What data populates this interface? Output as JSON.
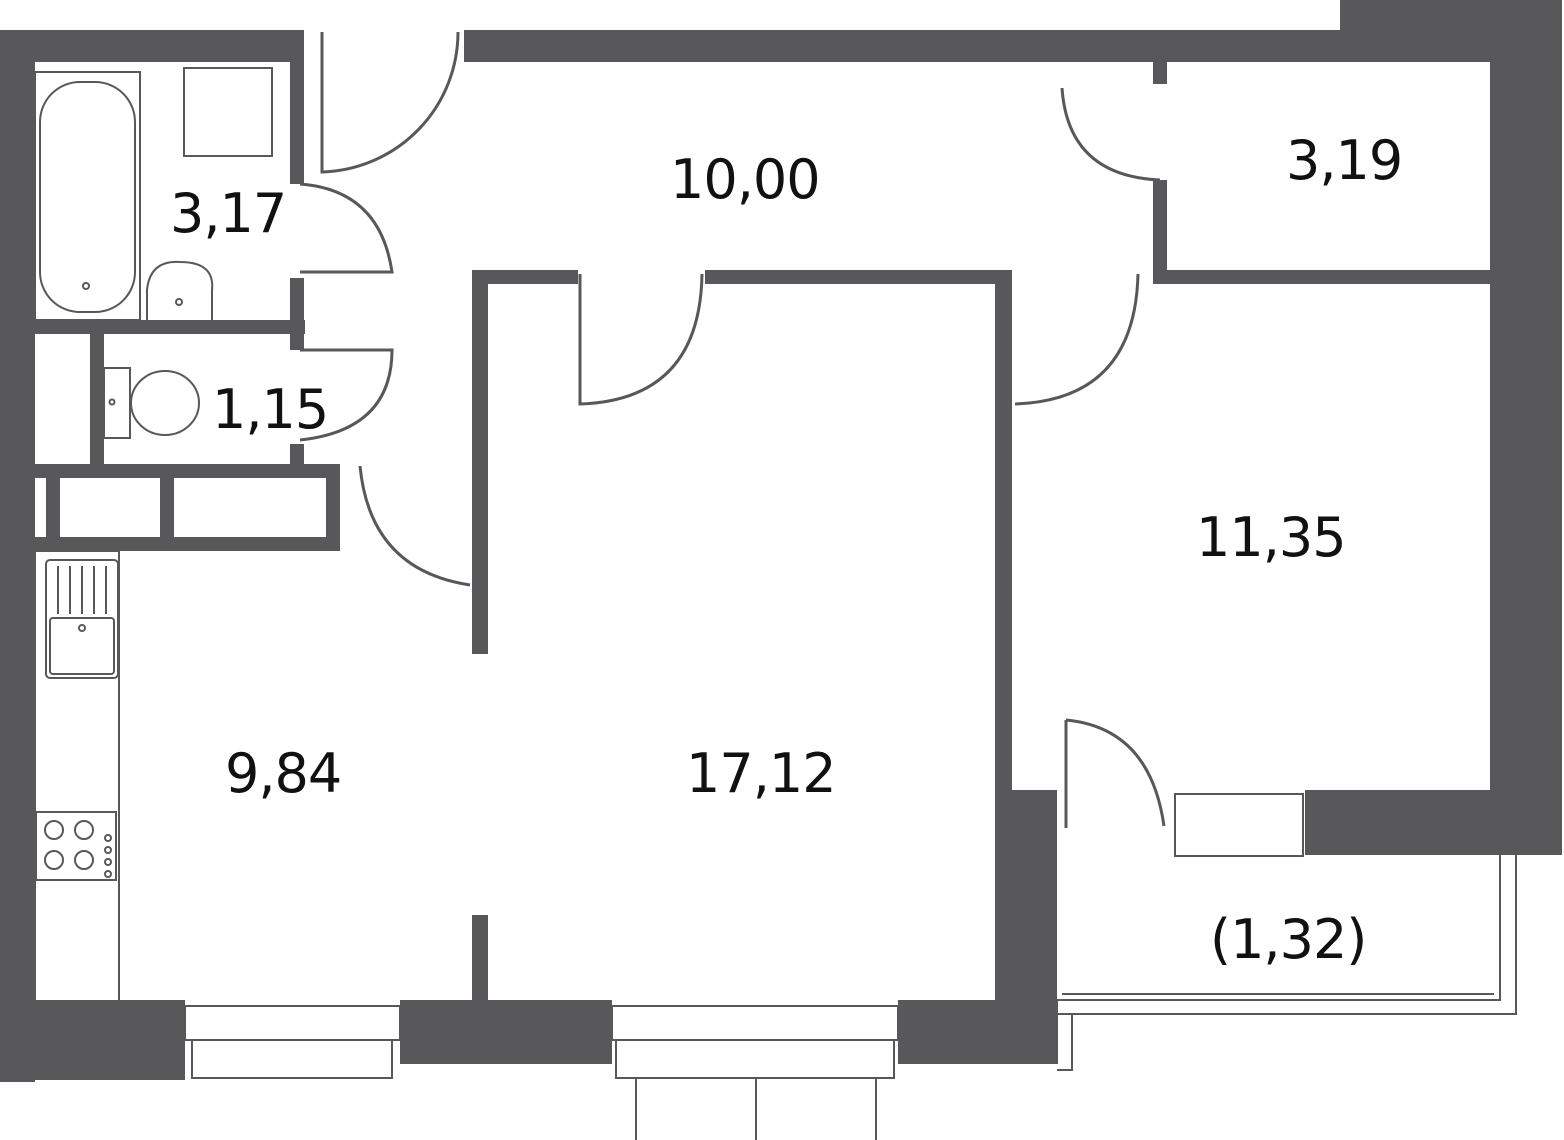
{
  "colors": {
    "wall": "#58585a",
    "text": "#111111",
    "background": "#ffffff"
  },
  "rooms": {
    "bathroom": "3,17",
    "toilet": "1,15",
    "corridor": "10,00",
    "storage": "3,19",
    "bedroom": "11,35",
    "kitchen": "9,84",
    "living_room": "17,12",
    "balcony": "(1,32)"
  },
  "icons": [
    "bathtub-icon",
    "washing-machine-icon",
    "washbasin-icon",
    "toilet-icon",
    "kitchen-sink-icon",
    "cooktop-icon"
  ]
}
